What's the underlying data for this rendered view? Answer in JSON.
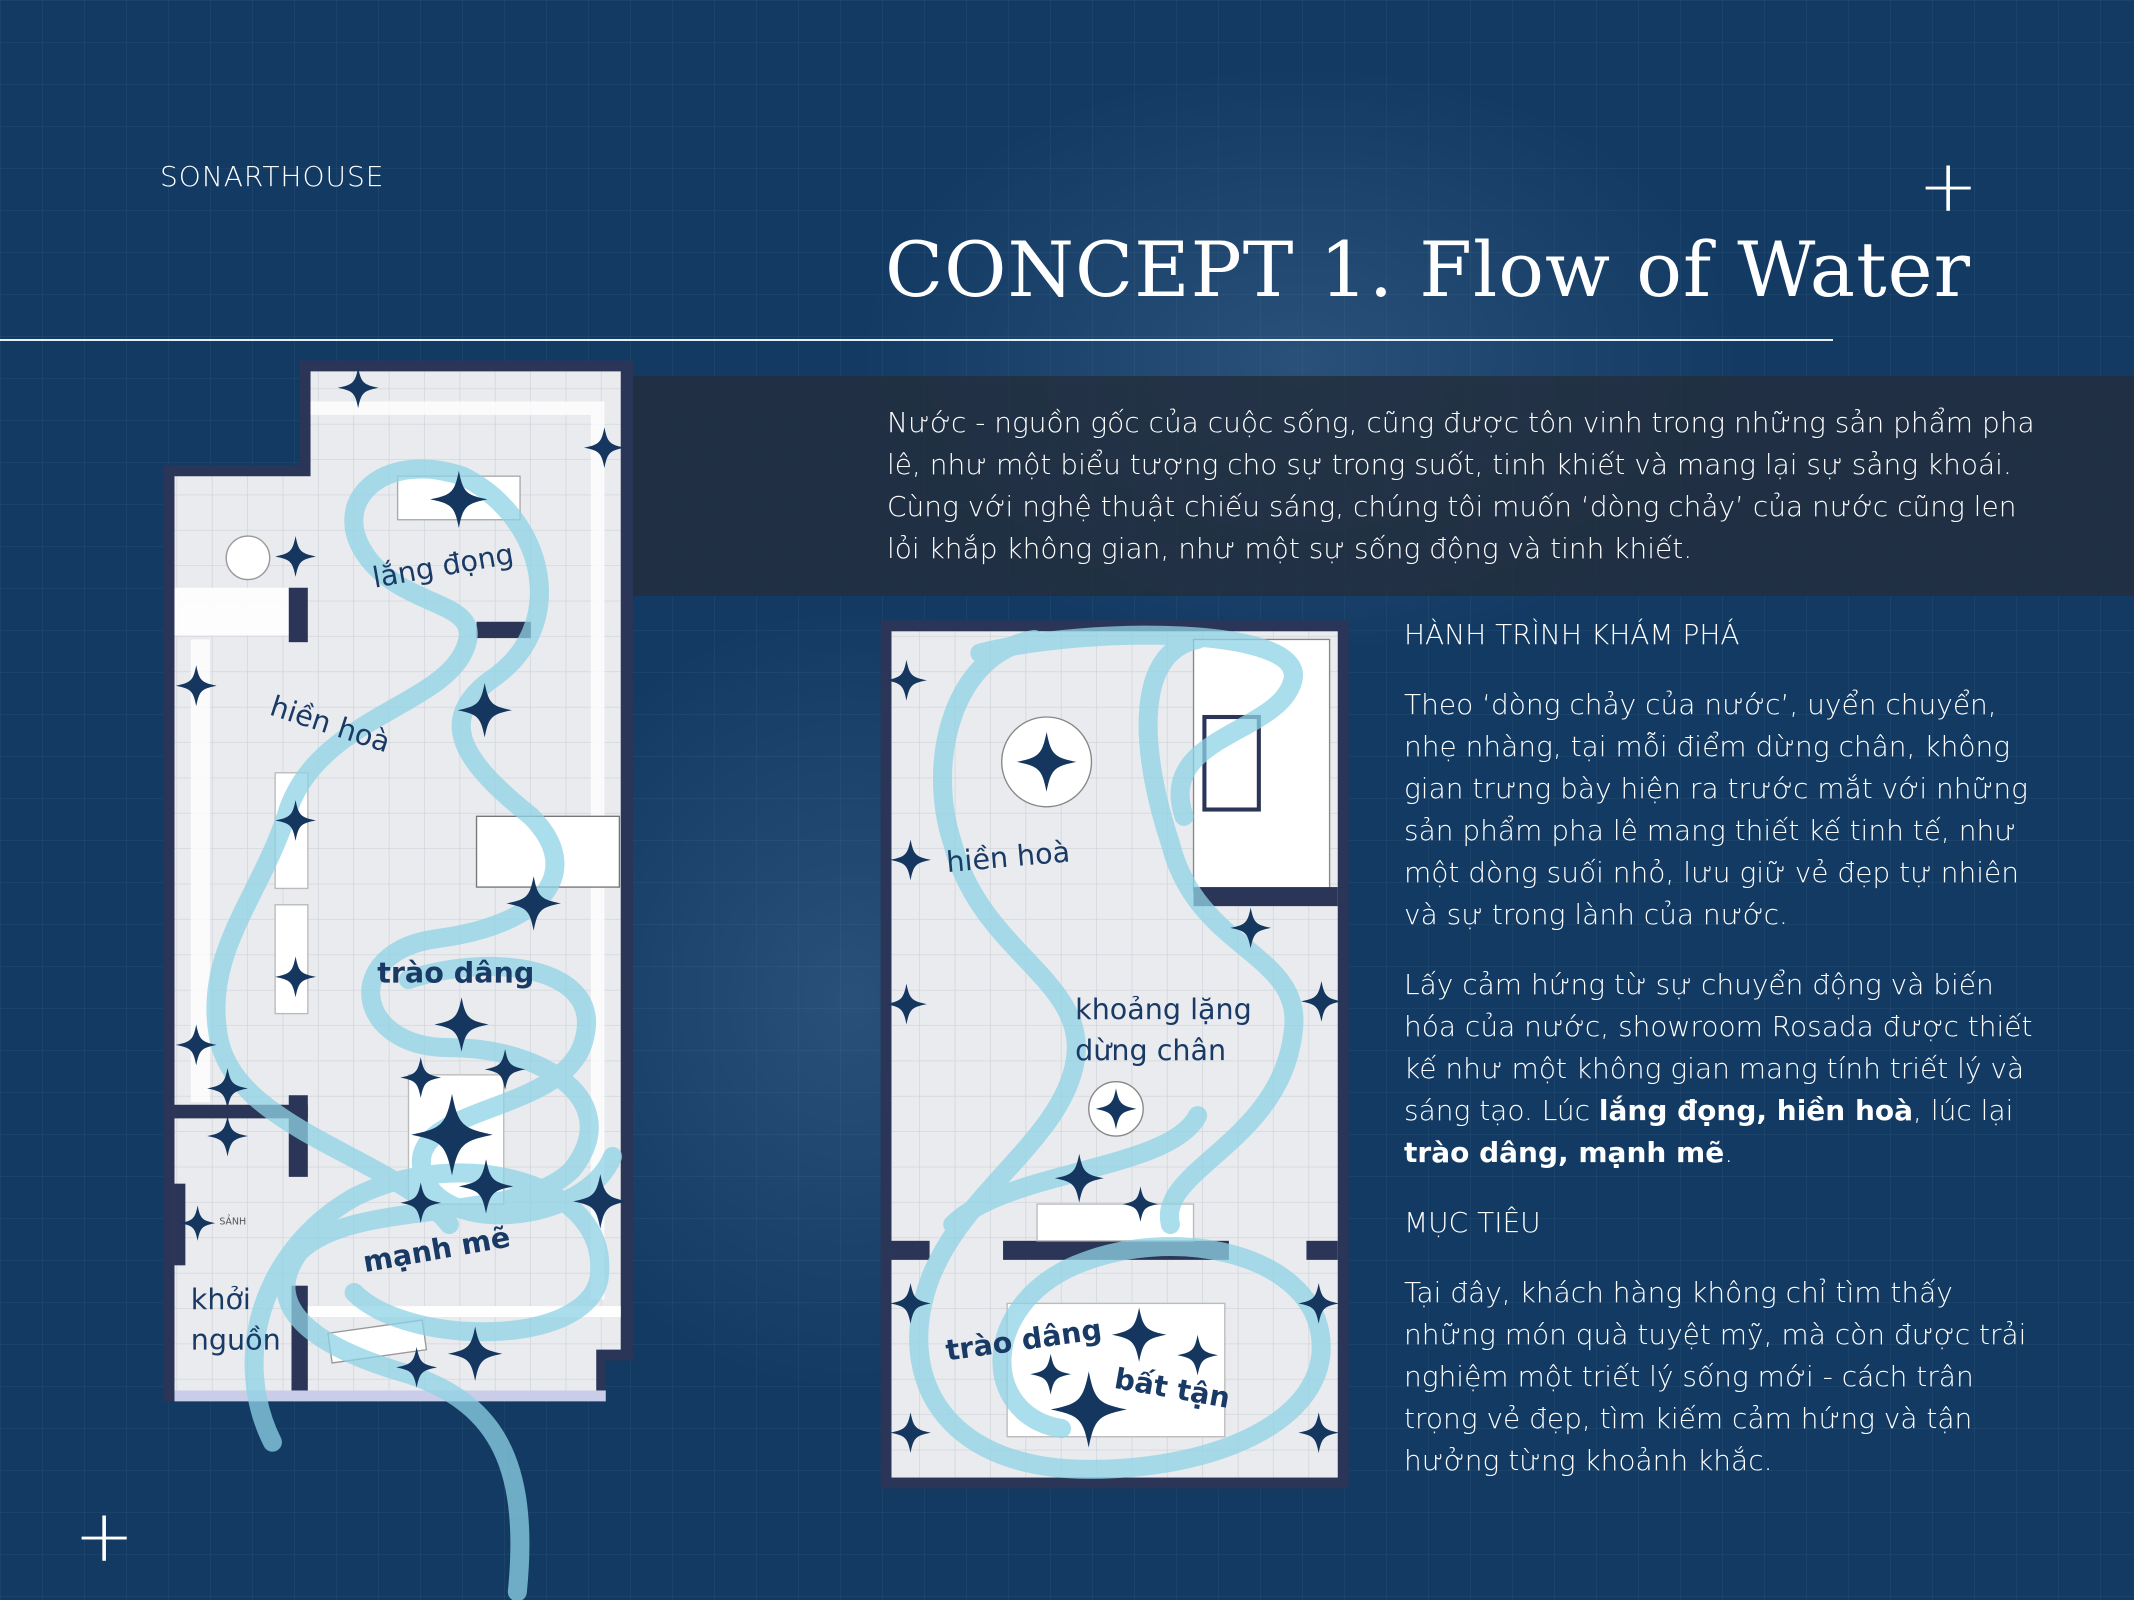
{
  "brand": "SONARTHOUSE",
  "title": "CONCEPT 1. Flow of Water",
  "intro": "Nước - nguồn gốc của cuộc sống, cũng được tôn vinh trong những sản phẩm pha lê, như một biểu tượng cho sự trong suốt, tinh khiết và mang lại sự sảng khoái. Cùng với nghệ thuật chiếu sáng, chúng tôi muốn ‘dòng chảy’ của nước cũng len lỏi khắp không gian, như một sự sống động và tinh khiết.",
  "section1": {
    "heading": "HÀNH TRÌNH KHÁM PHÁ",
    "p1": "Theo ‘dòng chảy của nước’, uyển chuyển, nhẹ nhàng, tại mỗi điểm dừng chân, không gian trưng bày hiện ra trước mắt với những sản phẩm pha lê mang thiết kế tinh tế, như một dòng suối nhỏ, lưu giữ vẻ đẹp tự nhiên và sự trong lành của nước.",
    "p2_a": "Lấy cảm hứng từ sự chuyển động và biến hóa của nước, showroom Rosada được thiết kế như một không gian mang tính triết lý và sáng tạo. Lúc ",
    "p2_b1": "lắng đọng, hiền hoà",
    "p2_c": ", lúc lại ",
    "p2_b2": "trào dâng, mạnh mẽ",
    "p2_d": "."
  },
  "section2": {
    "heading": "MỤC TIÊU",
    "p": "Tại đây, khách hàng không chỉ tìm thấy những món quà tuyệt mỹ, mà còn được trải nghiệm một triết lý sống mới - cách trân trọng vẻ đẹp, tìm kiếm cảm hứng và tận hưởng từng khoảnh khắc."
  },
  "plan_left": {
    "labels": [
      "lắng đọng",
      "hiền hoà",
      "trào dâng",
      "mạnh mẽ",
      "khởi",
      "nguồn",
      "SẢNH"
    ]
  },
  "plan_right": {
    "labels": [
      "hiền hoà",
      "khoảng lặng",
      "dừng chân",
      "trào dâng",
      "bất tận"
    ]
  },
  "icons": {
    "plus": "+"
  },
  "colors": {
    "background": "#123a63",
    "water": "#8fd3e6",
    "star": "#15375f",
    "wall": "#2b3557"
  }
}
